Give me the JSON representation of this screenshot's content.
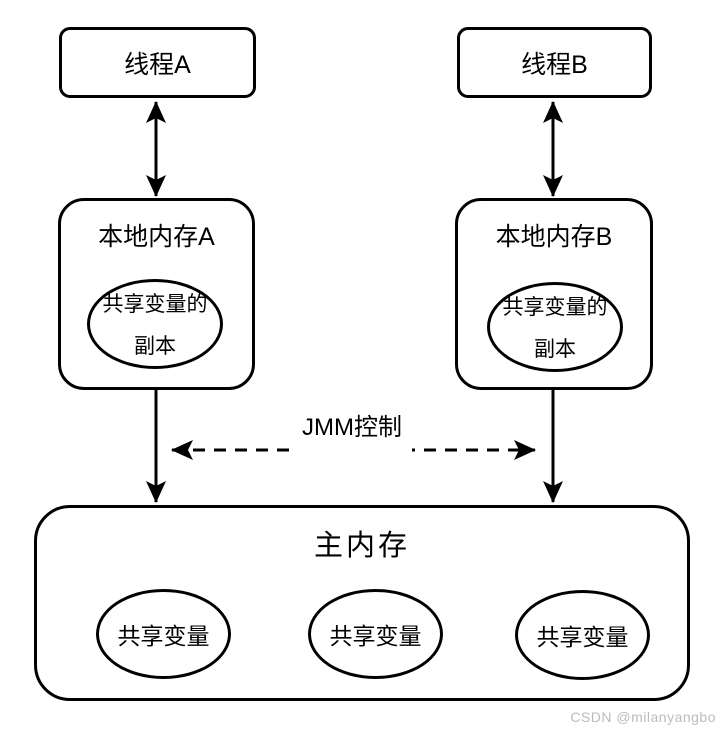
{
  "diagram": {
    "threads": [
      {
        "label": "线程A"
      },
      {
        "label": "线程B"
      }
    ],
    "local_memories": [
      {
        "label": "本地内存A",
        "ellipse": {
          "line1": "共享变量的",
          "line2": "副本"
        }
      },
      {
        "label": "本地内存B",
        "ellipse": {
          "line1": "共享变量的",
          "line2": "副本"
        }
      }
    ],
    "jmm_control": {
      "label": "JMM控制"
    },
    "main_memory": {
      "label": "主内存",
      "shared_variables": [
        "共享变量",
        "共享变量",
        "共享变量"
      ]
    },
    "watermark": "CSDN @milanyangbo",
    "colors": {
      "stroke": "#000000",
      "background": "#ffffff",
      "watermark_text": "#bcbcbc"
    }
  }
}
